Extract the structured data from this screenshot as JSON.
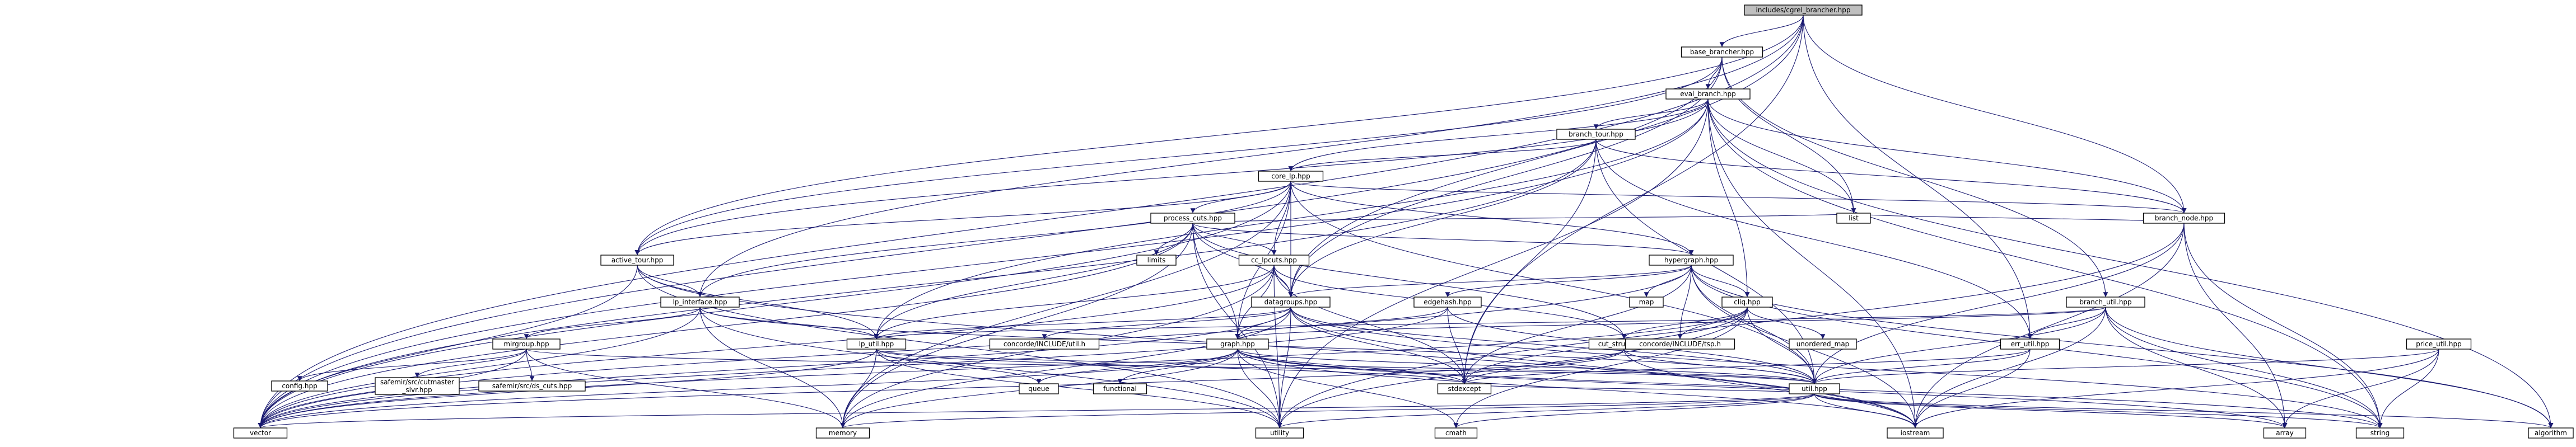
{
  "colors": {
    "edge": "#191970",
    "root_fill": "#bfbfbf",
    "node_fill": "#ffffff",
    "node_stroke": "#000000"
  },
  "nodes": [
    {
      "id": "root",
      "label": "includes/cgrel_brancher.hpp",
      "root": true
    },
    {
      "id": "base_brancher",
      "label": "base_brancher.hpp"
    },
    {
      "id": "eval_branch",
      "label": "eval_branch.hpp"
    },
    {
      "id": "branch_tour",
      "label": "branch_tour.hpp"
    },
    {
      "id": "core_lp",
      "label": "core_lp.hpp"
    },
    {
      "id": "branch_node",
      "label": "branch_node.hpp"
    },
    {
      "id": "process_cuts",
      "label": "process_cuts.hpp"
    },
    {
      "id": "active_tour",
      "label": "active_tour.hpp"
    },
    {
      "id": "cc_lpcuts",
      "label": "cc_lpcuts.hpp"
    },
    {
      "id": "hypergraph",
      "label": "hypergraph.hpp"
    },
    {
      "id": "lp_interface",
      "label": "lp_interface.hpp"
    },
    {
      "id": "datagroups",
      "label": "datagroups.hpp"
    },
    {
      "id": "edgehash",
      "label": "edgehash.hpp"
    },
    {
      "id": "cliq",
      "label": "cliq.hpp"
    },
    {
      "id": "branch_util",
      "label": "branch_util.hpp"
    },
    {
      "id": "price_util",
      "label": "price_util.hpp"
    },
    {
      "id": "mirgroup",
      "label": "mirgroup.hpp"
    },
    {
      "id": "lp_util",
      "label": "lp_util.hpp"
    },
    {
      "id": "concorde_util",
      "label": "concorde/INCLUDE/util.h"
    },
    {
      "id": "cut_structs",
      "label": "cut_structs.hpp"
    },
    {
      "id": "concorde_tsp",
      "label": "concorde/INCLUDE/tsp.h"
    },
    {
      "id": "unordered_map",
      "label": "unordered_map"
    },
    {
      "id": "err_util",
      "label": "err_util.hpp"
    },
    {
      "id": "config",
      "label": "config.hpp"
    },
    {
      "id": "cutmaster",
      "label": "safemir/src/cutmaster\n_slvr.hpp"
    },
    {
      "id": "ds_cuts",
      "label": "safemir/src/ds_cuts.hpp"
    },
    {
      "id": "graph",
      "label": "graph.hpp"
    },
    {
      "id": "util",
      "label": "util.hpp"
    },
    {
      "id": "queue",
      "label": "queue"
    },
    {
      "id": "functional",
      "label": "functional"
    },
    {
      "id": "stdexcept",
      "label": "stdexcept"
    },
    {
      "id": "limits",
      "label": "limits"
    },
    {
      "id": "map",
      "label": "map"
    },
    {
      "id": "list",
      "label": "list"
    },
    {
      "id": "vector",
      "label": "vector"
    },
    {
      "id": "memory",
      "label": "memory"
    },
    {
      "id": "utility",
      "label": "utility"
    },
    {
      "id": "cmath",
      "label": "cmath"
    },
    {
      "id": "iostream",
      "label": "iostream"
    },
    {
      "id": "array",
      "label": "array"
    },
    {
      "id": "string",
      "label": "string"
    },
    {
      "id": "algorithm",
      "label": "algorithm"
    }
  ],
  "edges": [
    [
      "root",
      "base_brancher"
    ],
    [
      "root",
      "branch_node"
    ],
    [
      "root",
      "vector"
    ],
    [
      "root",
      "active_tour"
    ],
    [
      "root",
      "lp_interface"
    ],
    [
      "root",
      "datagroups"
    ],
    [
      "root",
      "stdexcept"
    ],
    [
      "root",
      "err_util"
    ],
    [
      "base_brancher",
      "eval_branch"
    ],
    [
      "base_brancher",
      "branch_util"
    ],
    [
      "base_brancher",
      "list"
    ],
    [
      "base_brancher",
      "active_tour"
    ],
    [
      "base_brancher",
      "datagroups"
    ],
    [
      "base_brancher",
      "vector"
    ],
    [
      "eval_branch",
      "branch_tour"
    ],
    [
      "eval_branch",
      "core_lp"
    ],
    [
      "eval_branch",
      "branch_node"
    ],
    [
      "eval_branch",
      "active_tour"
    ],
    [
      "eval_branch",
      "lp_util"
    ],
    [
      "eval_branch",
      "cliq"
    ],
    [
      "eval_branch",
      "list"
    ],
    [
      "eval_branch",
      "vector"
    ],
    [
      "eval_branch",
      "string"
    ],
    [
      "eval_branch",
      "algorithm"
    ],
    [
      "eval_branch",
      "iostream"
    ],
    [
      "eval_branch",
      "utility"
    ],
    [
      "branch_tour",
      "core_lp"
    ],
    [
      "branch_tour",
      "branch_node"
    ],
    [
      "branch_tour",
      "datagroups"
    ],
    [
      "branch_tour",
      "vector"
    ],
    [
      "branch_tour",
      "util"
    ],
    [
      "branch_tour",
      "stdexcept"
    ],
    [
      "branch_tour",
      "err_util"
    ],
    [
      "core_lp",
      "process_cuts"
    ],
    [
      "core_lp",
      "cc_lpcuts"
    ],
    [
      "core_lp",
      "hypergraph"
    ],
    [
      "core_lp",
      "lp_interface"
    ],
    [
      "core_lp",
      "active_tour"
    ],
    [
      "core_lp",
      "datagroups"
    ],
    [
      "core_lp",
      "graph"
    ],
    [
      "core_lp",
      "util"
    ],
    [
      "core_lp",
      "memory"
    ],
    [
      "core_lp",
      "vector"
    ],
    [
      "core_lp",
      "branch_node"
    ],
    [
      "branch_node",
      "list"
    ],
    [
      "branch_node",
      "util"
    ],
    [
      "branch_node",
      "array"
    ],
    [
      "branch_node",
      "iostream"
    ],
    [
      "branch_node",
      "string"
    ],
    [
      "branch_node",
      "utility"
    ],
    [
      "process_cuts",
      "cc_lpcuts"
    ],
    [
      "process_cuts",
      "hypergraph"
    ],
    [
      "process_cuts",
      "datagroups"
    ],
    [
      "process_cuts",
      "lp_util"
    ],
    [
      "process_cuts",
      "limits"
    ],
    [
      "process_cuts",
      "list"
    ],
    [
      "process_cuts",
      "memory"
    ],
    [
      "process_cuts",
      "vector"
    ],
    [
      "process_cuts",
      "utility"
    ],
    [
      "process_cuts",
      "cut_structs"
    ],
    [
      "process_cuts",
      "graph"
    ],
    [
      "active_tour",
      "lp_interface"
    ],
    [
      "active_tour",
      "lp_util"
    ],
    [
      "active_tour",
      "vector"
    ],
    [
      "active_tour",
      "utility"
    ],
    [
      "active_tour",
      "iostream"
    ],
    [
      "cc_lpcuts",
      "datagroups"
    ],
    [
      "cc_lpcuts",
      "graph"
    ],
    [
      "cc_lpcuts",
      "cut_structs"
    ],
    [
      "cc_lpcuts",
      "lp_util"
    ],
    [
      "cc_lpcuts",
      "vector"
    ],
    [
      "cc_lpcuts",
      "memory"
    ],
    [
      "cc_lpcuts",
      "stdexcept"
    ],
    [
      "cc_lpcuts",
      "utility"
    ],
    [
      "hypergraph",
      "cliq"
    ],
    [
      "hypergraph",
      "datagroups"
    ],
    [
      "hypergraph",
      "edgehash"
    ],
    [
      "hypergraph",
      "map"
    ],
    [
      "hypergraph",
      "concorde_tsp"
    ],
    [
      "hypergraph",
      "util"
    ],
    [
      "hypergraph",
      "stdexcept"
    ],
    [
      "hypergraph",
      "vector"
    ],
    [
      "hypergraph",
      "algorithm"
    ],
    [
      "hypergraph",
      "string"
    ],
    [
      "hypergraph",
      "iostream"
    ],
    [
      "lp_interface",
      "mirgroup"
    ],
    [
      "lp_interface",
      "lp_util"
    ],
    [
      "lp_interface",
      "util"
    ],
    [
      "lp_interface",
      "vector"
    ],
    [
      "lp_interface",
      "memory"
    ],
    [
      "lp_interface",
      "utility"
    ],
    [
      "datagroups",
      "lp_util"
    ],
    [
      "datagroups",
      "concorde_util"
    ],
    [
      "datagroups",
      "graph"
    ],
    [
      "datagroups",
      "util"
    ],
    [
      "datagroups",
      "vector"
    ],
    [
      "datagroups",
      "memory"
    ],
    [
      "datagroups",
      "string"
    ],
    [
      "datagroups",
      "stdexcept"
    ],
    [
      "datagroups",
      "iostream"
    ],
    [
      "datagroups",
      "utility"
    ],
    [
      "edgehash",
      "graph"
    ],
    [
      "edgehash",
      "util"
    ],
    [
      "edgehash",
      "vector"
    ],
    [
      "edgehash",
      "stdexcept"
    ],
    [
      "cliq",
      "cut_structs"
    ],
    [
      "cliq",
      "concorde_tsp"
    ],
    [
      "cliq",
      "unordered_map"
    ],
    [
      "cliq",
      "util"
    ],
    [
      "cliq",
      "vector"
    ],
    [
      "cliq",
      "stdexcept"
    ],
    [
      "cliq",
      "utility"
    ],
    [
      "cliq",
      "cmath"
    ],
    [
      "branch_util",
      "lp_util"
    ],
    [
      "branch_util",
      "graph"
    ],
    [
      "branch_util",
      "err_util"
    ],
    [
      "branch_util",
      "util"
    ],
    [
      "branch_util",
      "array"
    ],
    [
      "branch_util",
      "string"
    ],
    [
      "branch_util",
      "iostream"
    ],
    [
      "branch_util",
      "algorithm"
    ],
    [
      "price_util",
      "util"
    ],
    [
      "price_util",
      "array"
    ],
    [
      "price_util",
      "string"
    ],
    [
      "price_util",
      "iostream"
    ],
    [
      "mirgroup",
      "config"
    ],
    [
      "mirgroup",
      "cutmaster"
    ],
    [
      "mirgroup",
      "ds_cuts"
    ],
    [
      "mirgroup",
      "util"
    ],
    [
      "mirgroup",
      "vector"
    ],
    [
      "mirgroup",
      "memory"
    ],
    [
      "lp_util",
      "util"
    ],
    [
      "lp_util",
      "vector"
    ],
    [
      "lp_util",
      "memory"
    ],
    [
      "lp_util",
      "queue"
    ],
    [
      "lp_util",
      "utility"
    ],
    [
      "lp_util",
      "stdexcept"
    ],
    [
      "cut_structs",
      "util"
    ],
    [
      "cut_structs",
      "vector"
    ],
    [
      "cut_structs",
      "iostream"
    ],
    [
      "cut_structs",
      "stdexcept"
    ],
    [
      "err_util",
      "util"
    ],
    [
      "err_util",
      "iostream"
    ],
    [
      "err_util",
      "stdexcept"
    ],
    [
      "graph",
      "util"
    ],
    [
      "graph",
      "queue"
    ],
    [
      "graph",
      "functional"
    ],
    [
      "graph",
      "stdexcept"
    ],
    [
      "graph",
      "vector"
    ],
    [
      "graph",
      "memory"
    ],
    [
      "graph",
      "utility"
    ],
    [
      "graph",
      "cmath"
    ],
    [
      "graph",
      "iostream"
    ],
    [
      "graph",
      "array"
    ],
    [
      "graph",
      "string"
    ],
    [
      "util",
      "vector"
    ],
    [
      "util",
      "memory"
    ],
    [
      "util",
      "utility"
    ],
    [
      "util",
      "cmath"
    ],
    [
      "util",
      "iostream"
    ],
    [
      "util",
      "array"
    ],
    [
      "util",
      "string"
    ],
    [
      "util",
      "algorithm"
    ],
    [
      "util",
      "stdexcept"
    ]
  ]
}
